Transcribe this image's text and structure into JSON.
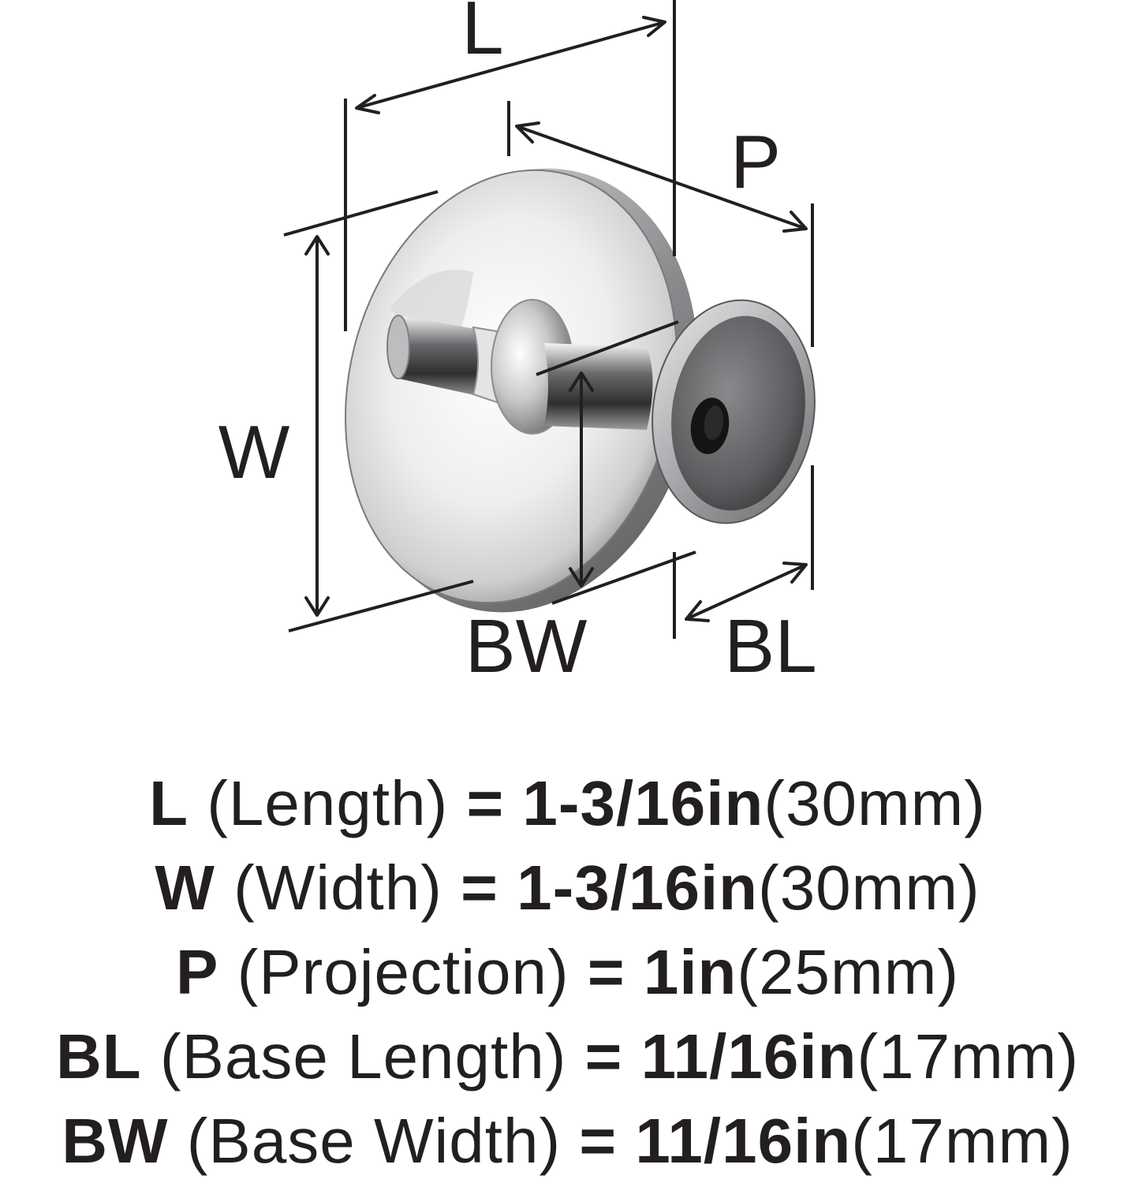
{
  "diagram": {
    "labels": {
      "L": "L",
      "P": "P",
      "W": "W",
      "BW": "BW",
      "BL": "BL"
    },
    "colors": {
      "ink": "#231f20",
      "metal_light": "#e9e9ea",
      "metal_mid": "#b8b8ba",
      "metal_dark": "#4a4a4c",
      "hole": "#141414"
    }
  },
  "specs": [
    {
      "abbr": "L",
      "name": "(Length)",
      "eq": "=",
      "inch": "1-3/16in",
      "mm": "(30mm)"
    },
    {
      "abbr": "W",
      "name": "(Width)",
      "eq": "=",
      "inch": "1-3/16in",
      "mm": "(30mm)"
    },
    {
      "abbr": "P",
      "name": "(Projection)",
      "eq": "=",
      "inch": "1in",
      "mm": "(25mm)"
    },
    {
      "abbr": "BL",
      "name": "(Base Length)",
      "eq": "=",
      "inch": "11/16in",
      "mm": "(17mm)"
    },
    {
      "abbr": "BW",
      "name": "(Base Width)",
      "eq": "=",
      "inch": "11/16in",
      "mm": "(17mm)"
    }
  ]
}
